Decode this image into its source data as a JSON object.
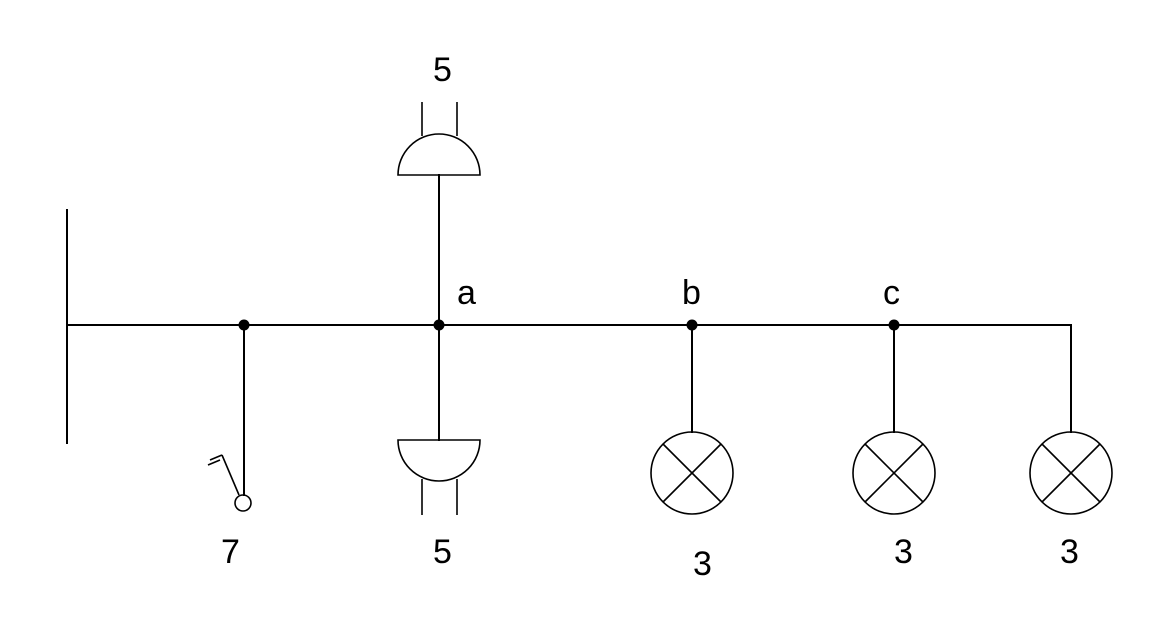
{
  "colors": {
    "line": "#000000",
    "background": "#ffffff"
  },
  "nodes": {
    "a": "a",
    "b": "b",
    "c": "c"
  },
  "devices": {
    "socket_top": {
      "icon": "socket-icon",
      "rating": "5"
    },
    "socket_bottom": {
      "icon": "socket-icon",
      "rating": "5"
    },
    "switch": {
      "icon": "switch-icon",
      "rating": "7"
    },
    "lamp_1": {
      "icon": "lamp-icon",
      "rating": "3"
    },
    "lamp_2": {
      "icon": "lamp-icon",
      "rating": "3"
    },
    "lamp_3": {
      "icon": "lamp-icon",
      "rating": "3"
    }
  }
}
